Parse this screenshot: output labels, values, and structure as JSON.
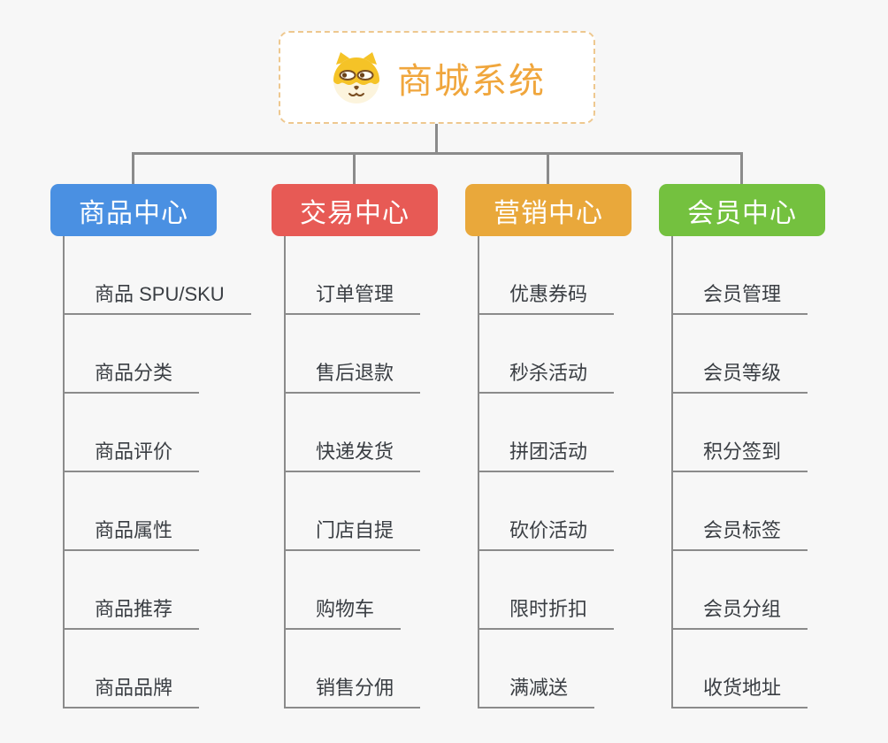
{
  "page": {
    "background": "#f7f7f7",
    "connector_color": "#8b8b8b",
    "item_text_color": "#3a3e43"
  },
  "root": {
    "label": "商城系统",
    "icon": "dog-face-icon",
    "text_color": "#f0a63c",
    "border_color": "#eec88f",
    "background": "#ffffff"
  },
  "branches": [
    {
      "label": "商品中心",
      "color": "#4a90e2",
      "text_color": "#ffffff",
      "items": [
        "商品 SPU/SKU",
        "商品分类",
        "商品评价",
        "商品属性",
        "商品推荐",
        "商品品牌"
      ]
    },
    {
      "label": "交易中心",
      "color": "#e75a55",
      "text_color": "#ffffff",
      "items": [
        "订单管理",
        "售后退款",
        "快递发货",
        "门店自提",
        "购物车",
        "销售分佣"
      ]
    },
    {
      "label": "营销中心",
      "color": "#e9a83b",
      "text_color": "#ffffff",
      "items": [
        "优惠券码",
        "秒杀活动",
        "拼团活动",
        "砍价活动",
        "限时折扣",
        "满减送"
      ]
    },
    {
      "label": "会员中心",
      "color": "#74c13f",
      "text_color": "#ffffff",
      "items": [
        "会员管理",
        "会员等级",
        "积分签到",
        "会员标签",
        "会员分组",
        "收货地址"
      ]
    }
  ]
}
